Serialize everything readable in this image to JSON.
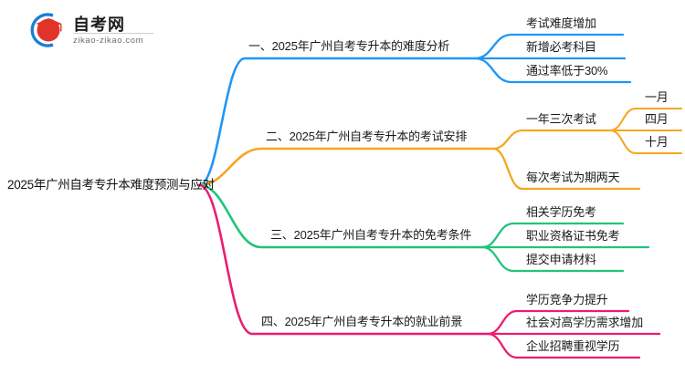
{
  "logo": {
    "name_zh": "自考网",
    "name_en": "zikao-zikao.com",
    "mark_icon": "graduation-cap-icon",
    "arc_color": "#1b7fd4",
    "cap_color": "#e0342b"
  },
  "mindmap": {
    "root": {
      "label": "2025年广州自考专升本难度预测与应对"
    },
    "branches": [
      {
        "label": "一、2025年广州自考专升本的难度分析",
        "color": "#2196f3",
        "children": [
          {
            "label": "考试难度增加"
          },
          {
            "label": "新增必考科目"
          },
          {
            "label": "通过率低于30%"
          }
        ]
      },
      {
        "label": "二、2025年广州自考专升本的考试安排",
        "color": "#f5a623",
        "children": [
          {
            "label": "一年三次考试",
            "children": [
              {
                "label": "一月"
              },
              {
                "label": "四月"
              },
              {
                "label": "十月"
              }
            ]
          },
          {
            "label": "每次考试为期两天"
          }
        ]
      },
      {
        "label": "三、2025年广州自考专升本的免考条件",
        "color": "#21c47a",
        "children": [
          {
            "label": "相关学历免考"
          },
          {
            "label": "职业资格证书免考"
          },
          {
            "label": "提交申请材料"
          }
        ]
      },
      {
        "label": "四、2025年广州自考专升本的就业前景",
        "color": "#ec1c72",
        "children": [
          {
            "label": "学历竞争力提升"
          },
          {
            "label": "社会对高学历需求增加"
          },
          {
            "label": "企业招聘重视学历"
          }
        ]
      }
    ]
  }
}
